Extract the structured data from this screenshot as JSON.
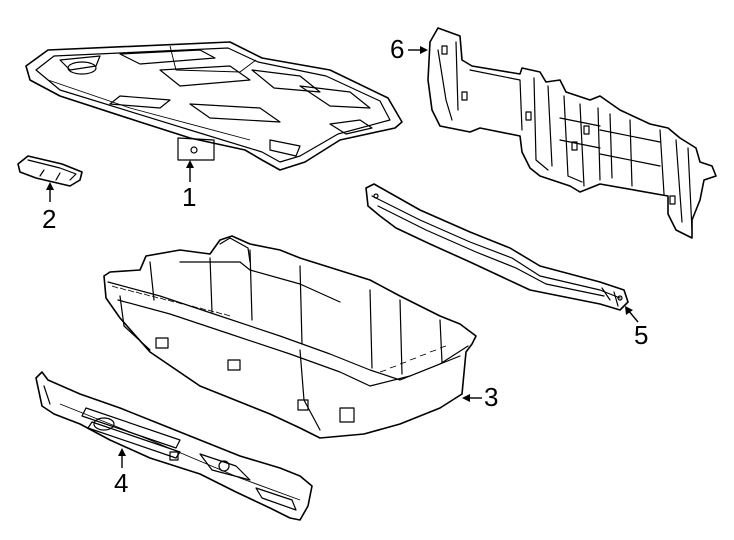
{
  "diagram": {
    "callouts": [
      {
        "id": "1",
        "label": "1",
        "part": "trunk-floor-cover"
      },
      {
        "id": "2",
        "label": "2",
        "part": "clip-fastener"
      },
      {
        "id": "3",
        "label": "3",
        "part": "spare-tire-tub"
      },
      {
        "id": "4",
        "label": "4",
        "part": "left-side-rail"
      },
      {
        "id": "5",
        "label": "5",
        "part": "rear-crossmember"
      },
      {
        "id": "6",
        "label": "6",
        "part": "rear-upper-bracket-assembly"
      }
    ]
  },
  "colors": {
    "line": "#000000",
    "fill": "#ffffff"
  }
}
